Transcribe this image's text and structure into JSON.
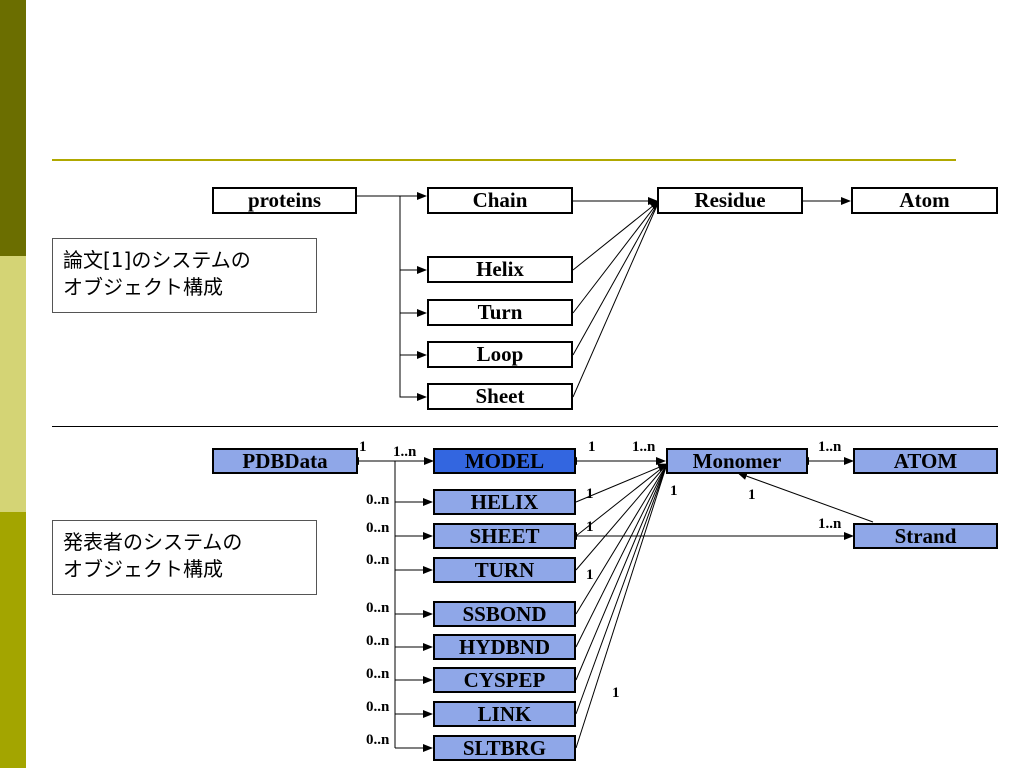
{
  "top": {
    "note_lines": [
      "論文[1]のシステムの",
      "オブジェクト構成"
    ],
    "nodes": {
      "proteins": "proteins",
      "chain": "Chain",
      "residue": "Residue",
      "atom": "Atom",
      "helix": "Helix",
      "turn": "Turn",
      "loop": "Loop",
      "sheet": "Sheet"
    }
  },
  "bottom": {
    "note_lines": [
      "発表者のシステムの",
      "オブジェクト構成"
    ],
    "nodes": {
      "pdbdata": "PDBData",
      "model": "MODEL",
      "monomer": "Monomer",
      "atom": "ATOM",
      "helix": "HELIX",
      "sheet": "SHEET",
      "turn": "TURN",
      "ssbond": "SSBOND",
      "hydbnd": "HYDBND",
      "cyspep": "CYSPEP",
      "link": "LINK",
      "sltbrg": "SLTBRG",
      "strand": "Strand"
    },
    "labels": {
      "pdb_one": "1",
      "model_1n": "1..n",
      "model_one": "1",
      "monomer_1n": "1..n",
      "atom_1n": "1..n",
      "mono_one_a": "1",
      "mono_one_b": "1",
      "helix_one": "1",
      "sheet_one": "1",
      "turn_one": "1",
      "strand_1n": "1..n",
      "bond_one": "1",
      "helix_0n": "0..n",
      "sheet_0n": "0..n",
      "turn_0n": "0..n",
      "ssbond_0n": "0..n",
      "hydbnd_0n": "0..n",
      "cyspep_0n": "0..n",
      "link_0n": "0..n",
      "sltbrg_0n": "0..n"
    }
  },
  "colors": {
    "stripe_dark": "#6b6e00",
    "stripe_light": "#d4d475",
    "stripe_mid": "#a3a500",
    "rule": "#b0a800",
    "box_blue": "#8fa7e8",
    "box_selected": "#3366e0"
  }
}
